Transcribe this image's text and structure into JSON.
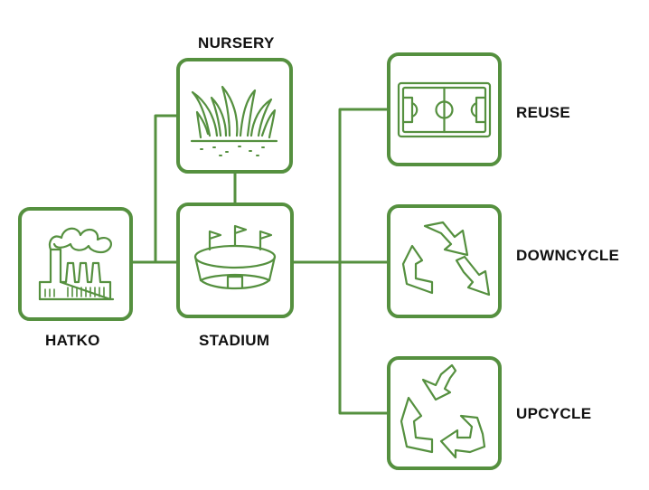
{
  "diagram": {
    "accent_color": "#55903f",
    "nodes": [
      {
        "id": "hatko",
        "label": "HATKO",
        "icon": "factory-icon"
      },
      {
        "id": "nursery",
        "label": "NURSERY",
        "icon": "grass-icon"
      },
      {
        "id": "stadium",
        "label": "STADIUM",
        "icon": "stadium-icon"
      },
      {
        "id": "reuse",
        "label": "REUSE",
        "icon": "football-pitch-icon"
      },
      {
        "id": "downcycle",
        "label": "DOWNCYCLE",
        "icon": "recycle-down-icon"
      },
      {
        "id": "upcycle",
        "label": "UPCYCLE",
        "icon": "recycle-up-icon"
      }
    ]
  }
}
